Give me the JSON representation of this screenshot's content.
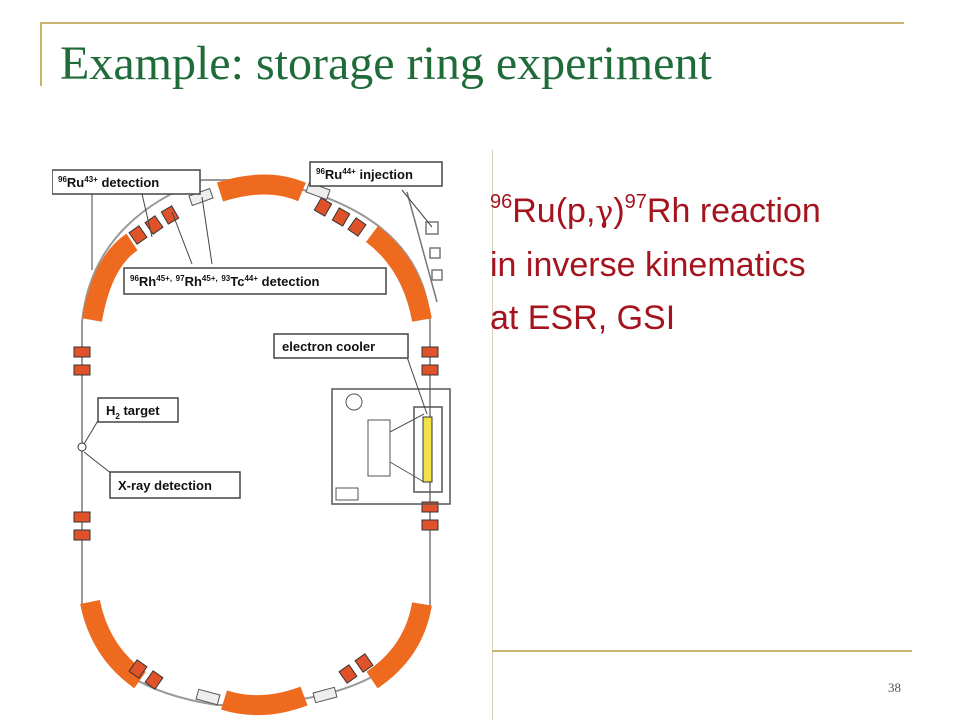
{
  "slide": {
    "title": "Example: storage ring experiment",
    "slide_number": "38"
  },
  "reaction": {
    "projectile_mass": "96",
    "reaction_left": "Ru(p,",
    "gamma_symbol": "γ",
    "reaction_mid": ")",
    "product_mass": "97",
    "product": "Rh reaction",
    "line2": "in inverse kinematics",
    "line3": "at ESR, GSI"
  },
  "diagram": {
    "labels": {
      "ru43": {
        "mass": "96",
        "element": "Ru",
        "charge": "43+",
        "suffix": "detection"
      },
      "ru44": {
        "mass": "96",
        "element": "Ru",
        "charge": "44+",
        "suffix": "injection"
      },
      "rh_group": {
        "m1": "96",
        "e1": "Rh",
        "c1": "45+,",
        "m2": "97",
        "e2": "Rh",
        "c2": "45+,",
        "m3": "93",
        "e3": "Tc",
        "c3": "44+",
        "suffix": "detection"
      },
      "electron_cooler": "electron cooler",
      "h2_target": {
        "prefix": "H",
        "subscript": "2",
        "suffix": "target"
      },
      "xray_detection": "X-ray detection"
    },
    "colors": {
      "dipole": "#ee6a1e",
      "quadrupole": "#e0532a",
      "cooler_tube": "#f2e24a",
      "label_border": "#444444"
    }
  }
}
